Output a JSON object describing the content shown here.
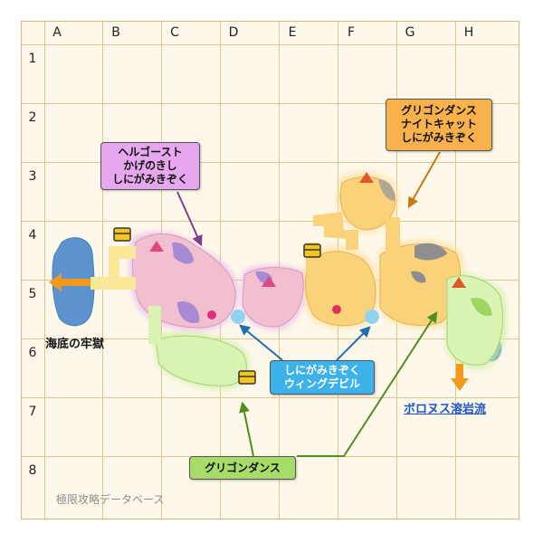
{
  "grid": {
    "columns": [
      "A",
      "B",
      "C",
      "D",
      "E",
      "F",
      "G",
      "H"
    ],
    "rows": [
      "1",
      "2",
      "3",
      "4",
      "5",
      "6",
      "7",
      "8"
    ]
  },
  "callouts": {
    "hell_ghost_area": {
      "lines": [
        "ヘルゴースト",
        "かげのきし",
        "しにがみきぞく"
      ],
      "color": "#e7a7ee"
    },
    "grigon_upper": {
      "lines": [
        "グリゴンダンス",
        "ナイトキャット",
        "しにがみきぞく"
      ],
      "color": "#f9b14b"
    },
    "passage": {
      "lines": [
        "しにがみきぞく",
        "ウィングデビル"
      ],
      "color": "#3cb1ea"
    },
    "grigon_lower": {
      "lines": [
        "グリゴンダンス"
      ],
      "color": "#a7dc69"
    }
  },
  "places": {
    "seafloor_prison": "海底の牢獄",
    "boronus_lava": "ボロヌス溶岩流"
  },
  "credit": "極限攻略データベース",
  "colors": {
    "pink_zone": "#f2bfd0",
    "yellow_zone": "#f9d27a",
    "green_zone": "#d9f3b3",
    "water": "#5c93cf",
    "exit_arrow": "#f39a1c",
    "link_color": "#1d55c7"
  },
  "icons": [
    "treasure-chest-icon",
    "triangle-marker-icon",
    "circle-marker-icon",
    "exit-arrow-icon"
  ]
}
